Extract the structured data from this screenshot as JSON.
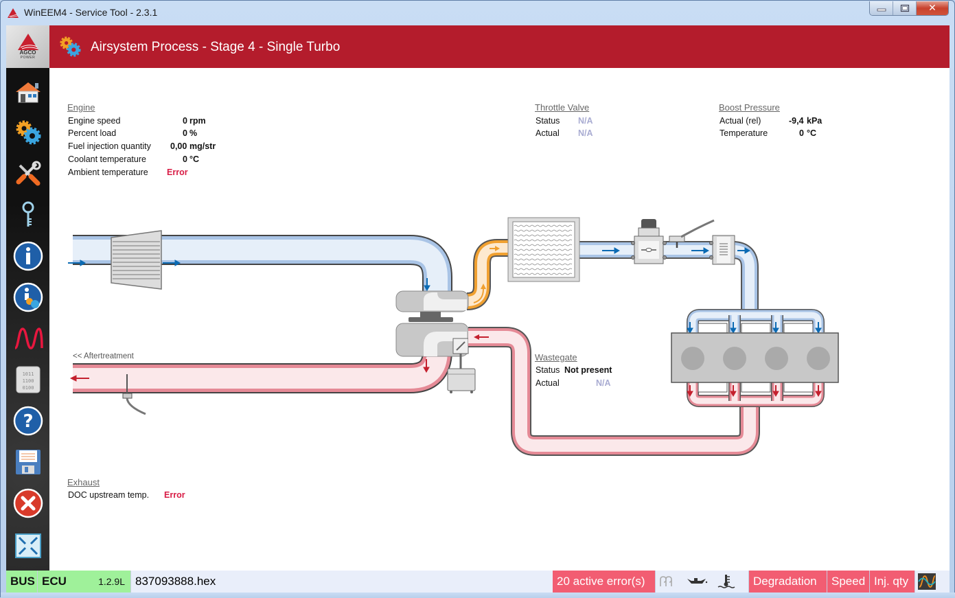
{
  "window": {
    "title": "WinEEM4 - Service Tool - 2.3.1",
    "controls": {
      "minimize": "minimize",
      "maximize": "maximize",
      "close": "close"
    }
  },
  "header": {
    "logo_line1": "AGCO",
    "logo_line2": "POWER",
    "title": "Airsystem Process - Stage 4 - Single Turbo"
  },
  "sidebar": {
    "items": [
      {
        "name": "home",
        "icon": "home-icon"
      },
      {
        "name": "processes",
        "icon": "gears-icon"
      },
      {
        "name": "tools",
        "icon": "wrench-screwdriver-icon"
      },
      {
        "name": "access",
        "icon": "key-icon"
      },
      {
        "name": "info",
        "icon": "info-icon"
      },
      {
        "name": "ecu-info",
        "icon": "info-gear-icon"
      },
      {
        "name": "measurement",
        "icon": "waveform-icon"
      },
      {
        "name": "binary-data",
        "icon": "binary-icon"
      },
      {
        "name": "help",
        "icon": "help-icon"
      },
      {
        "name": "save",
        "icon": "floppy-icon"
      },
      {
        "name": "exit",
        "icon": "close-circle-icon"
      },
      {
        "name": "fullscreen",
        "icon": "fullscreen-icon"
      }
    ]
  },
  "engine": {
    "title": "Engine",
    "rows": [
      {
        "label": "Engine speed",
        "value": "0",
        "unit": "rpm",
        "state": "ok"
      },
      {
        "label": "Percent load",
        "value": "0",
        "unit": "%",
        "state": "ok"
      },
      {
        "label": "Fuel injection quantity",
        "value": "0,00",
        "unit": "mg/str",
        "state": "ok"
      },
      {
        "label": "Coolant temperature",
        "value": "0",
        "unit": "°C",
        "state": "ok"
      },
      {
        "label": "Ambient temperature",
        "value": "Error",
        "unit": "",
        "state": "error"
      }
    ]
  },
  "throttle_valve": {
    "title": "Throttle Valve",
    "rows": [
      {
        "label": "Status",
        "value": "N/A"
      },
      {
        "label": "Actual",
        "value": "N/A"
      }
    ]
  },
  "boost_pressure": {
    "title": "Boost Pressure",
    "rows": [
      {
        "label": "Actual (rel)",
        "value": "-9,4",
        "unit": "kPa"
      },
      {
        "label": "Temperature",
        "value": "0",
        "unit": "°C"
      }
    ]
  },
  "wastegate": {
    "title": "Wastegate",
    "rows": [
      {
        "label": "Status",
        "value": "Not present"
      },
      {
        "label": "Actual",
        "value": "N/A"
      }
    ]
  },
  "exhaust": {
    "title": "Exhaust",
    "rows": [
      {
        "label": "DOC upstream temp.",
        "value": "Error"
      }
    ]
  },
  "diagram": {
    "aftertreatment_label": "<< Aftertreatment",
    "colors": {
      "intake": "#0b6ab3",
      "intake_fill": "#e4eef8",
      "charge": "#f0a030",
      "exhaust": "#c4202e",
      "exhaust_fill": "#fbe6e9"
    }
  },
  "statusbar": {
    "bus": "BUS",
    "ecu": "ECU",
    "version": "1.2.9L",
    "file": "837093888.hex",
    "errors": "20 active error(s)",
    "icons": [
      "glow-plug-icon",
      "oil-can-icon",
      "coolant-temp-icon"
    ],
    "degradation": "Degradation",
    "speed": "Speed",
    "inj_qty": "Inj. qty",
    "colors": {
      "ok": "#9ff19a",
      "alert": "#f25d72"
    }
  }
}
